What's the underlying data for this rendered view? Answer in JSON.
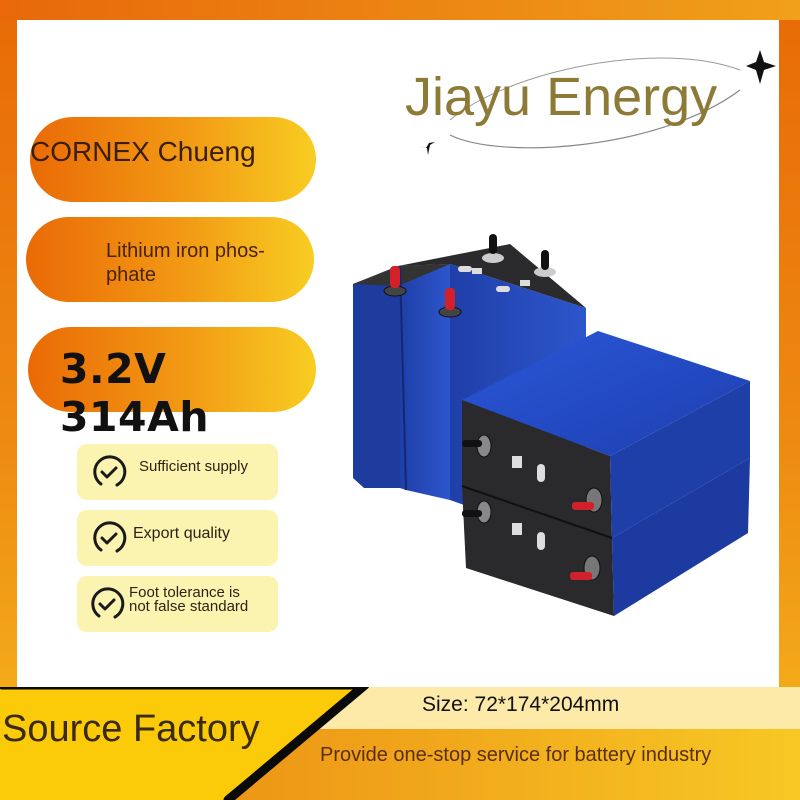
{
  "brand": {
    "name": "Jiayu Energy",
    "color": "#8c7a36"
  },
  "pills": [
    {
      "label": "CORNEX Chueng"
    },
    {
      "label": "Lithium iron phos-phate",
      "line1": "Lithium iron phos-",
      "line2": "phate"
    },
    {
      "label": "3.2V 314Ah"
    }
  ],
  "features": [
    {
      "icon": "check-circle-icon",
      "label": "Sufficient supply"
    },
    {
      "icon": "check-circle-icon",
      "label": "Export quality"
    },
    {
      "icon": "check-circle-icon",
      "label": "Foot tolerance is not false standard",
      "line1": "Foot tolerance is",
      "line2": "not false standard"
    }
  ],
  "product": {
    "description": "Four blue prismatic LiFePO4 battery cells with red positive and black negative terminals"
  },
  "banner": {
    "headline": "Source Factory",
    "size": "Size: 72*174*204mm",
    "service": "Provide one-stop service for battery industry"
  },
  "colors": {
    "frame_orange": "#e86a06",
    "pill_start": "#ea6a06",
    "pill_end": "#f8cd22",
    "feature_bg": "#fbf3b0",
    "cell_blue": "#2347b8",
    "banner_yellow": "#fbcb0a"
  }
}
